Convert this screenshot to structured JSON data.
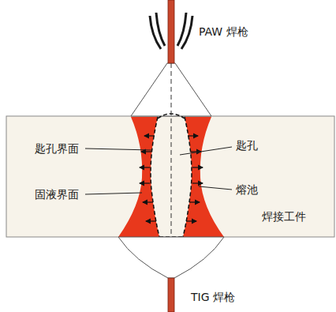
{
  "diagram": {
    "labels": [
      "PAW 焊枪",
      "匙孔界面",
      "固液界面",
      "匙孔",
      "熔池",
      "焊接工件",
      "TIG 焊枪"
    ]
  }
}
